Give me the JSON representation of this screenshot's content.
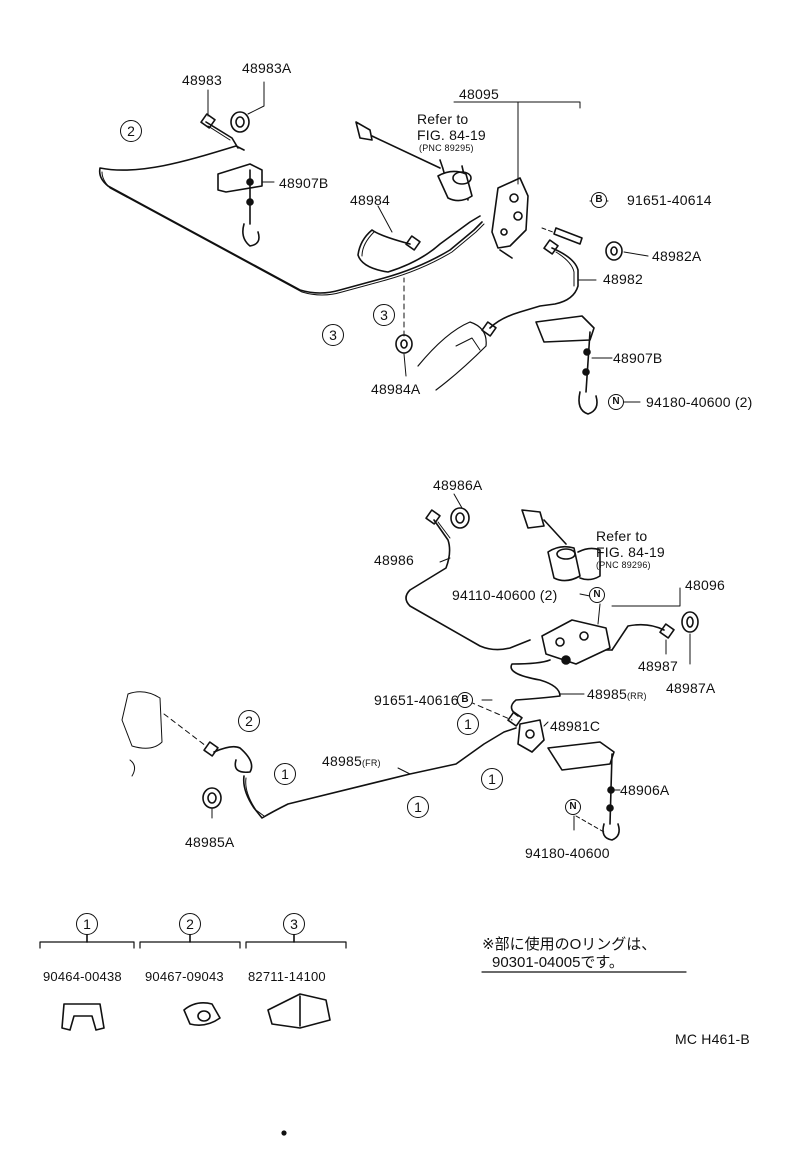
{
  "top_group": {
    "parts": [
      "48983A",
      "48983",
      "48095",
      "48907B",
      "48984",
      "91651-40614",
      "48982A",
      "48982",
      "48907B",
      "48984A",
      "94180-40600 (2)"
    ],
    "refer_line1": "Refer to",
    "refer_line2": "FIG. 84-19",
    "refer_pnc": "(PNC 89295)",
    "callouts": [
      "2",
      "3",
      "3"
    ],
    "mark_b": "B",
    "mark_n": "N"
  },
  "bottom_group": {
    "parts": [
      "48986A",
      "48986",
      "48096",
      "94110-40600 (2)",
      "48987",
      "48987A",
      "48985",
      "(RR)",
      "91651-40616",
      "48981C",
      "48985",
      "(FR)",
      "48906A",
      "48985A",
      "94180-40600"
    ],
    "refer_line1": "Refer to",
    "refer_line2": "FIG. 84-19",
    "refer_pnc": "(PNC 89296)",
    "callouts": [
      "2",
      "1",
      "1",
      "1",
      "1"
    ],
    "mark_b": "B",
    "mark_n": "N"
  },
  "legend": {
    "items": [
      {
        "num": "1",
        "part": "90464-00438"
      },
      {
        "num": "2",
        "part": "90467-09043"
      },
      {
        "num": "3",
        "part": "82711-14100"
      }
    ],
    "note_line1": "※部に使用のOリングは、",
    "note_line2": "90301-04005です。"
  },
  "code": "MC H461-B"
}
